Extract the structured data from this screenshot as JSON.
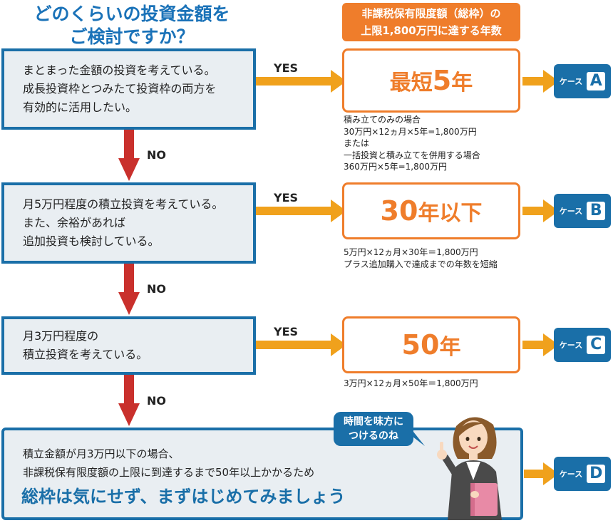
{
  "title": {
    "line1": "どのくらいの投資金額を",
    "line2": "ご検討ですか？"
  },
  "header_badge": {
    "line1": "非課税保有限度額（総枠）の",
    "line2": "上限1,800万円に達する年数"
  },
  "yes_label": "YES",
  "no_label": "NO",
  "questions": [
    {
      "lines": [
        "まとまった金額の投資を考えている。",
        "成長投資枠とつみたて投資枠の両方を",
        "有効的に活用したい。"
      ]
    },
    {
      "lines": [
        "月5万円程度の積立投資を考えている。",
        "また、余裕があれば",
        "追加投資も検討している。"
      ]
    },
    {
      "lines": [
        "月3万円程度の",
        "積立投資を考えている。"
      ]
    }
  ],
  "results": [
    {
      "prefix": "最短",
      "number": "5",
      "suffix": "年"
    },
    {
      "prefix": "",
      "number": "30",
      "suffix": "年以下"
    },
    {
      "prefix": "",
      "number": "50",
      "suffix": "年"
    }
  ],
  "notes": [
    [
      "積み立てのみの場合",
      "30万円×12ヵ月×5年=1,800万円",
      "または",
      "一括投資と積み立てを併用する場合",
      "360万円×5年=1,800万円"
    ],
    [
      "5万円×12ヵ月×30年＝1,800万円",
      "プラス追加購入で達成までの年数を短縮"
    ],
    [
      "3万円×12ヵ月×50年＝1,800万円"
    ]
  ],
  "case_label": "ケース",
  "cases": [
    "A",
    "B",
    "C",
    "D"
  ],
  "final": {
    "line1": "積立金額が月3万円以下の場合、",
    "line2": "非課税保有限度額の上限に到達するまで50年以上かかるため",
    "emphasis": "総枠は気にせず、まずはじめてみましょう"
  },
  "speech_bubble": {
    "line1": "時間を味方に",
    "line2": "つけるのね"
  },
  "colors": {
    "blue": "#1a6fa8",
    "orange": "#ef7d2b",
    "arrow_orange": "#f0a11c",
    "arrow_red": "#c9302c",
    "box_fill": "#e9eef2"
  }
}
